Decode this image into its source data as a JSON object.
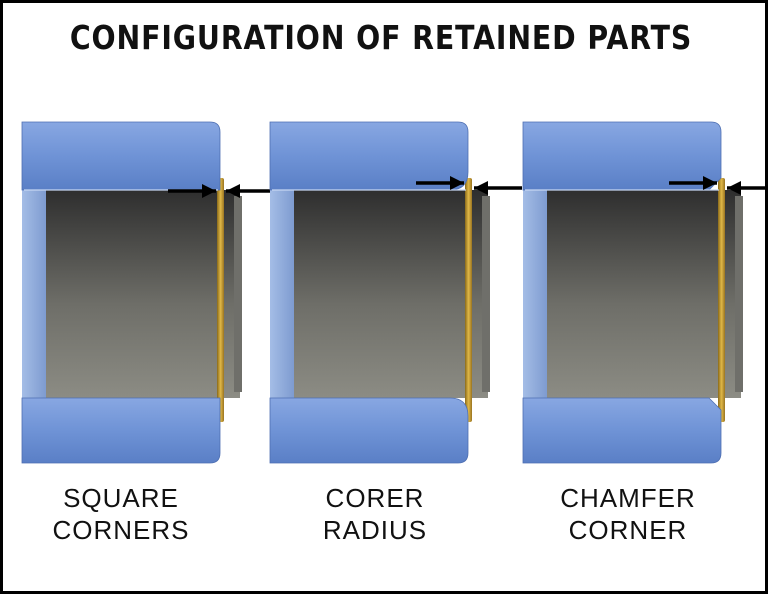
{
  "title": "CONFIGURATION OF RETAINED PARTS",
  "panels": [
    {
      "id": "square",
      "corner": "square",
      "caption_line1": "SQUARE",
      "caption_line2": "CORNERS"
    },
    {
      "id": "radius",
      "corner": "radius",
      "caption_line1": "CORER",
      "caption_line2": "RADIUS"
    },
    {
      "id": "chamfer",
      "corner": "chamfer",
      "caption_line1": "CHAMFER",
      "caption_line2": "CORNER"
    }
  ],
  "colors": {
    "housing_blue": "#6f93d6",
    "housing_highlight": "#a8c0ec",
    "shaft_dark": "#3a3a3a",
    "shaft_light": "#8a8a82",
    "adhesive_gold": "#c89a2a",
    "arrow": "#000000",
    "border": "#000000"
  }
}
